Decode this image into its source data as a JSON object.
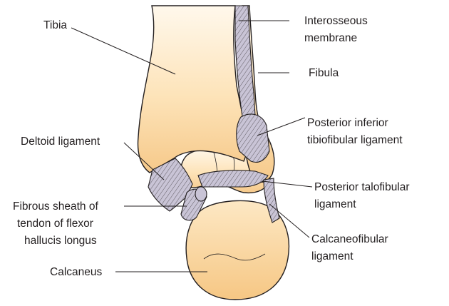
{
  "labels": {
    "tibia": "Tibia",
    "interosseous_1": "Interosseous",
    "interosseous_2": "membrane",
    "fibula": "Fibula",
    "posterior_inferior_1": "Posterior inferior",
    "posterior_inferior_2": "tibiofibular ligament",
    "deltoid": "Deltoid ligament",
    "posterior_talofibular_1": "Posterior talofibular",
    "posterior_talofibular_2": "ligament",
    "fibrous_1": "Fibrous sheath of",
    "fibrous_2": "tendon of flexor",
    "fibrous_3": "hallucis longus",
    "calcaneofibular_1": "Calcaneofibular",
    "calcaneofibular_2": "ligament",
    "calcaneus": "Calcaneus"
  },
  "colors": {
    "bone_top": "#fff6e6",
    "bone_bottom": "#f7cf8d",
    "ligament": "#c9c4d6",
    "outline": "#231f20"
  }
}
